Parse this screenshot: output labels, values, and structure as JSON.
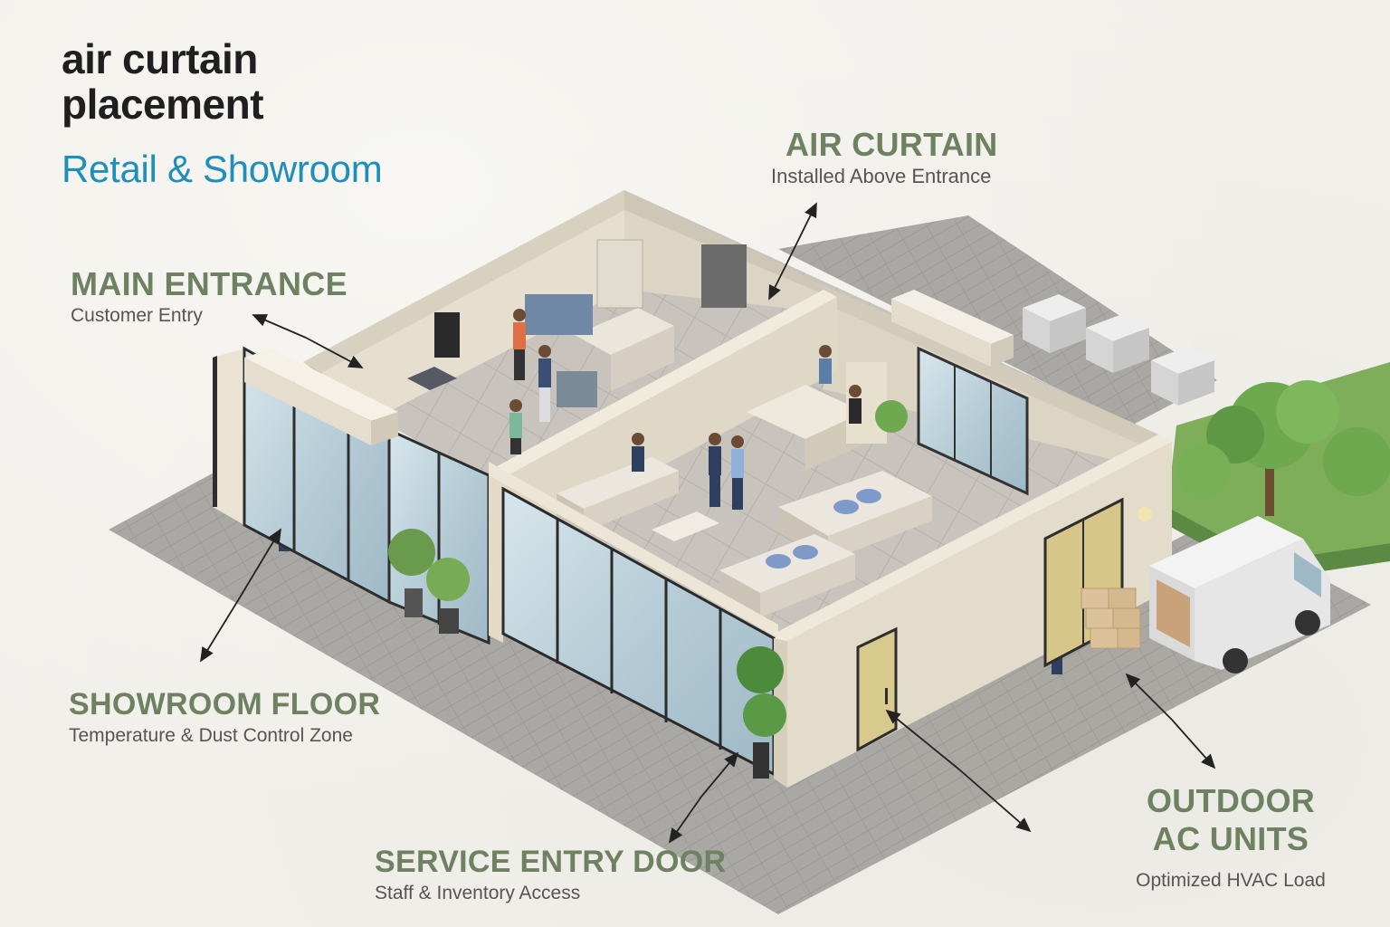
{
  "header": {
    "title": "air curtain placement",
    "subtitle": "Retail & Showroom"
  },
  "callouts": {
    "air_curtain": {
      "title": "AIR CURTAIN",
      "desc": "Installed Above Entrance"
    },
    "main_entrance": {
      "title": "MAIN ENTRANCE",
      "desc": "Customer Entry"
    },
    "showroom_floor": {
      "title": "SHOWROOM FLOOR",
      "desc": "Temperature & Dust Control Zone"
    },
    "service_entry": {
      "title": "SERVICE ENTRY DOOR",
      "desc": "Staff & Inventory Access"
    },
    "outdoor_ac": {
      "title_line1": "OUTDOOR",
      "title_line2": "AC UNITS",
      "desc": "Optimized HVAC Load"
    }
  },
  "colors": {
    "title": "#1f1f1f",
    "subtitle": "#1e8fb8",
    "callout_heading": "#6e8262",
    "callout_text": "#555555",
    "wall": "#e4dccb",
    "floor": "#a8a6a2",
    "glass": "#bfd3dc",
    "greenery": "#6ea84f"
  },
  "icons": [
    "arrow-icon",
    "plant-icon",
    "tree-icon",
    "ac-unit-icon",
    "van-icon",
    "box-icon"
  ]
}
